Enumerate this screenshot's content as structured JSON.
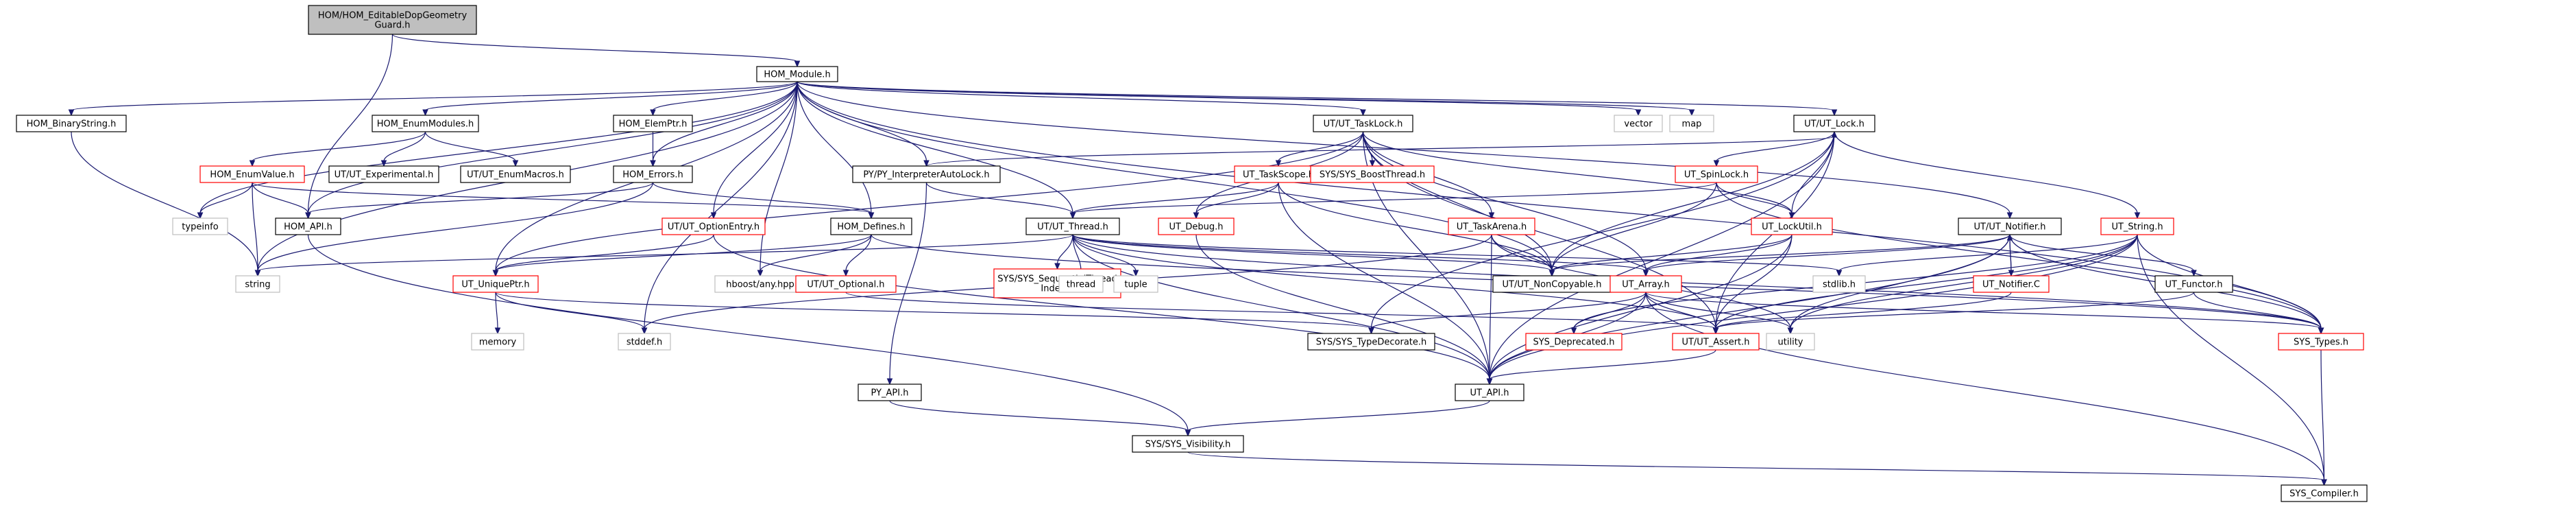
{
  "colors": {
    "edge": "#191970",
    "root_fill": "#bfbfbf",
    "truncated_border": "#ff0000",
    "system_border": "#bfbfbf"
  },
  "nodes": [
    {
      "id": "root",
      "style": "root",
      "lines": [
        "HOM/HOM_EditableDopGeometry",
        "Guard.h"
      ]
    },
    {
      "id": "HOM_Module",
      "style": "normal",
      "lines": [
        "HOM_Module.h"
      ]
    },
    {
      "id": "HOM_API",
      "style": "normal",
      "lines": [
        "HOM_API.h"
      ]
    },
    {
      "id": "HOM_BinaryString",
      "style": "normal",
      "lines": [
        "HOM_BinaryString.h"
      ]
    },
    {
      "id": "HOM_EnumModules",
      "style": "normal",
      "lines": [
        "HOM_EnumModules.h"
      ]
    },
    {
      "id": "HOM_EnumValue",
      "style": "red",
      "lines": [
        "HOM_EnumValue.h"
      ]
    },
    {
      "id": "UT_Experimental",
      "style": "normal",
      "lines": [
        "UT/UT_Experimental.h"
      ]
    },
    {
      "id": "UT_EnumMacros",
      "style": "normal",
      "lines": [
        "UT/UT_EnumMacros.h"
      ]
    },
    {
      "id": "HOM_ElemPtr",
      "style": "normal",
      "lines": [
        "HOM_ElemPtr.h"
      ]
    },
    {
      "id": "HOM_Errors",
      "style": "normal",
      "lines": [
        "HOM_Errors.h"
      ]
    },
    {
      "id": "HOM_Defines",
      "style": "normal",
      "lines": [
        "HOM_Defines.h"
      ]
    },
    {
      "id": "typeinfo",
      "style": "grey",
      "lines": [
        "typeinfo"
      ]
    },
    {
      "id": "string",
      "style": "grey",
      "lines": [
        "string"
      ]
    },
    {
      "id": "UT_OptionEntry",
      "style": "red",
      "lines": [
        "UT/UT_OptionEntry.h"
      ]
    },
    {
      "id": "UT_UniquePtr",
      "style": "red",
      "lines": [
        "UT_UniquePtr.h"
      ]
    },
    {
      "id": "memory",
      "style": "grey",
      "lines": [
        "memory"
      ]
    },
    {
      "id": "stddef",
      "style": "grey",
      "lines": [
        "stddef.h"
      ]
    },
    {
      "id": "hboost_any",
      "style": "grey",
      "lines": [
        "hboost/any.hpp"
      ]
    },
    {
      "id": "UT_Optional",
      "style": "red",
      "lines": [
        "UT/UT_Optional.h"
      ]
    },
    {
      "id": "PY_InterpreterAutoLock",
      "style": "normal",
      "lines": [
        "PY/PY_InterpreterAutoLock.h"
      ]
    },
    {
      "id": "PY_API",
      "style": "normal",
      "lines": [
        "PY_API.h"
      ]
    },
    {
      "id": "SYS_Visibility",
      "style": "normal",
      "lines": [
        "SYS/SYS_Visibility.h"
      ]
    },
    {
      "id": "SYS_Compiler",
      "style": "normal",
      "lines": [
        "SYS_Compiler.h"
      ]
    },
    {
      "id": "UT_Thread",
      "style": "normal",
      "lines": [
        "UT/UT_Thread.h"
      ]
    },
    {
      "id": "SYS_SequentialThreadIndex",
      "style": "red",
      "lines": [
        "SYS/SYS_SequentialThread",
        "Index.h"
      ]
    },
    {
      "id": "thread",
      "style": "grey",
      "lines": [
        "thread"
      ]
    },
    {
      "id": "tuple",
      "style": "grey",
      "lines": [
        "tuple"
      ]
    },
    {
      "id": "UT_TaskLock",
      "style": "normal",
      "lines": [
        "UT/UT_TaskLock.h"
      ]
    },
    {
      "id": "UT_TaskScope",
      "style": "red",
      "lines": [
        "UT_TaskScope.h"
      ]
    },
    {
      "id": "UT_Debug",
      "style": "red",
      "lines": [
        "UT_Debug.h"
      ]
    },
    {
      "id": "SYS_BoostThread",
      "style": "red",
      "lines": [
        "SYS/SYS_BoostThread.h"
      ]
    },
    {
      "id": "UT_TaskArena",
      "style": "red",
      "lines": [
        "UT_TaskArena.h"
      ]
    },
    {
      "id": "UT_NonCopyable",
      "style": "normal",
      "lines": [
        "UT/UT_NonCopyable.h"
      ]
    },
    {
      "id": "UT_Array",
      "style": "red",
      "lines": [
        "UT_Array.h"
      ]
    },
    {
      "id": "SYS_TypeDecorate",
      "style": "normal",
      "lines": [
        "SYS/SYS_TypeDecorate.h"
      ]
    },
    {
      "id": "SYS_Deprecated",
      "style": "red",
      "lines": [
        "SYS_Deprecated.h"
      ]
    },
    {
      "id": "UT_Assert",
      "style": "red",
      "lines": [
        "UT/UT_Assert.h"
      ]
    },
    {
      "id": "utility",
      "style": "grey",
      "lines": [
        "utility"
      ]
    },
    {
      "id": "UT_API",
      "style": "normal",
      "lines": [
        "UT_API.h"
      ]
    },
    {
      "id": "vector",
      "style": "grey",
      "lines": [
        "vector"
      ]
    },
    {
      "id": "map",
      "style": "grey",
      "lines": [
        "map"
      ]
    },
    {
      "id": "UT_Lock",
      "style": "normal",
      "lines": [
        "UT/UT_Lock.h"
      ]
    },
    {
      "id": "UT_SpinLock",
      "style": "red",
      "lines": [
        "UT_SpinLock.h"
      ]
    },
    {
      "id": "UT_LockUtil",
      "style": "red",
      "lines": [
        "UT_LockUtil.h"
      ]
    },
    {
      "id": "UT_Notifier",
      "style": "normal",
      "lines": [
        "UT/UT_Notifier.h"
      ]
    },
    {
      "id": "UT_NotifierC",
      "style": "red",
      "lines": [
        "UT_Notifier.C"
      ]
    },
    {
      "id": "UT_Functor",
      "style": "normal",
      "lines": [
        "UT_Functor.h"
      ]
    },
    {
      "id": "stdlib",
      "style": "grey",
      "lines": [
        "stdlib.h"
      ]
    },
    {
      "id": "UT_String",
      "style": "red",
      "lines": [
        "UT_String.h"
      ]
    },
    {
      "id": "SYS_Types",
      "style": "red",
      "lines": [
        "SYS_Types.h"
      ]
    }
  ],
  "edges": [
    [
      "root",
      "HOM_Module"
    ],
    [
      "root",
      "HOM_API"
    ],
    [
      "HOM_Module",
      "HOM_BinaryString"
    ],
    [
      "HOM_Module",
      "HOM_EnumModules"
    ],
    [
      "HOM_Module",
      "HOM_ElemPtr"
    ],
    [
      "HOM_Module",
      "HOM_Errors"
    ],
    [
      "HOM_Module",
      "HOM_Defines"
    ],
    [
      "HOM_Module",
      "typeinfo"
    ],
    [
      "HOM_Module",
      "string"
    ],
    [
      "HOM_Module",
      "HOM_API"
    ],
    [
      "HOM_Module",
      "UT_OptionEntry"
    ],
    [
      "HOM_Module",
      "UT_UniquePtr"
    ],
    [
      "HOM_Module",
      "hboost_any"
    ],
    [
      "HOM_Module",
      "PY_InterpreterAutoLock"
    ],
    [
      "HOM_Module",
      "UT_Thread"
    ],
    [
      "HOM_Module",
      "UT_TaskLock"
    ],
    [
      "HOM_Module",
      "UT_NonCopyable"
    ],
    [
      "HOM_Module",
      "vector"
    ],
    [
      "HOM_Module",
      "map"
    ],
    [
      "HOM_Module",
      "UT_Lock"
    ],
    [
      "HOM_Module",
      "UT_Notifier"
    ],
    [
      "HOM_Module",
      "SYS_Types"
    ],
    [
      "HOM_Module",
      "stddef"
    ],
    [
      "HOM_BinaryString",
      "string"
    ],
    [
      "HOM_EnumModules",
      "HOM_EnumValue"
    ],
    [
      "HOM_EnumModules",
      "UT_Experimental"
    ],
    [
      "HOM_EnumModules",
      "UT_EnumMacros"
    ],
    [
      "HOM_EnumValue",
      "HOM_API"
    ],
    [
      "HOM_EnumValue",
      "HOM_Defines"
    ],
    [
      "HOM_EnumValue",
      "typeinfo"
    ],
    [
      "HOM_EnumValue",
      "string"
    ],
    [
      "HOM_ElemPtr",
      "HOM_Errors"
    ],
    [
      "HOM_Errors",
      "HOM_API"
    ],
    [
      "HOM_Errors",
      "string"
    ],
    [
      "HOM_Errors",
      "HOM_Defines"
    ],
    [
      "HOM_Defines",
      "UT_Optional"
    ],
    [
      "HOM_Defines",
      "UT_UniquePtr"
    ],
    [
      "HOM_Defines",
      "SYS_Types"
    ],
    [
      "HOM_Defines",
      "hboost_any"
    ],
    [
      "HOM_API",
      "SYS_Visibility"
    ],
    [
      "UT_OptionEntry",
      "UT_UniquePtr"
    ],
    [
      "UT_OptionEntry",
      "UT_API"
    ],
    [
      "UT_UniquePtr",
      "memory"
    ],
    [
      "UT_UniquePtr",
      "stddef"
    ],
    [
      "UT_UniquePtr",
      "SYS_TypeDecorate"
    ],
    [
      "UT_Optional",
      "UT_Assert"
    ],
    [
      "PY_InterpreterAutoLock",
      "UT_Thread"
    ],
    [
      "PY_InterpreterAutoLock",
      "UT_Lock"
    ],
    [
      "PY_InterpreterAutoLock",
      "PY_API"
    ],
    [
      "PY_API",
      "SYS_Visibility"
    ],
    [
      "SYS_Visibility",
      "SYS_Compiler"
    ],
    [
      "UT_Thread",
      "UT_API"
    ],
    [
      "UT_Thread",
      "UT_Array"
    ],
    [
      "UT_Thread",
      "SYS_SequentialThreadIndex"
    ],
    [
      "UT_Thread",
      "thread"
    ],
    [
      "UT_Thread",
      "tuple"
    ],
    [
      "UT_Thread",
      "UT_NonCopyable"
    ],
    [
      "UT_Thread",
      "stdlib"
    ],
    [
      "UT_Thread",
      "SYS_Types"
    ],
    [
      "UT_Thread",
      "UT_Assert"
    ],
    [
      "UT_Thread",
      "string"
    ],
    [
      "UT_TaskLock",
      "UT_TaskScope"
    ],
    [
      "UT_TaskLock",
      "UT_Debug"
    ],
    [
      "UT_TaskLock",
      "SYS_BoostThread"
    ],
    [
      "UT_TaskLock",
      "UT_TaskArena"
    ],
    [
      "UT_TaskLock",
      "UT_NonCopyable"
    ],
    [
      "UT_TaskLock",
      "UT_Array"
    ],
    [
      "UT_TaskLock",
      "UT_Assert"
    ],
    [
      "UT_TaskLock",
      "UT_API"
    ],
    [
      "UT_TaskLock",
      "UT_LockUtil"
    ],
    [
      "UT_TaskLock",
      "UT_UniquePtr"
    ],
    [
      "UT_TaskScope",
      "UT_Thread"
    ],
    [
      "UT_TaskScope",
      "UT_Debug"
    ],
    [
      "UT_TaskScope",
      "UT_NonCopyable"
    ],
    [
      "UT_TaskScope",
      "UT_API"
    ],
    [
      "UT_Debug",
      "UT_API"
    ],
    [
      "UT_TaskArena",
      "UT_NonCopyable"
    ],
    [
      "UT_TaskArena",
      "UT_API"
    ],
    [
      "UT_TaskArena",
      "utility"
    ],
    [
      "UT_TaskArena",
      "stddef"
    ],
    [
      "UT_Array",
      "SYS_TypeDecorate"
    ],
    [
      "UT_Array",
      "SYS_Deprecated"
    ],
    [
      "UT_Array",
      "UT_Assert"
    ],
    [
      "UT_Array",
      "utility"
    ],
    [
      "UT_Array",
      "UT_API"
    ],
    [
      "UT_Array",
      "SYS_Types"
    ],
    [
      "UT_Array",
      "SYS_Compiler"
    ],
    [
      "UT_Assert",
      "UT_API"
    ],
    [
      "UT_API",
      "SYS_Visibility"
    ],
    [
      "UT_Lock",
      "UT_SpinLock"
    ],
    [
      "UT_Lock",
      "UT_LockUtil"
    ],
    [
      "UT_Lock",
      "UT_NonCopyable"
    ],
    [
      "UT_Lock",
      "UT_API"
    ],
    [
      "UT_Lock",
      "UT_Assert"
    ],
    [
      "UT_Lock",
      "SYS_TypeDecorate"
    ],
    [
      "UT_Lock",
      "UT_String"
    ],
    [
      "UT_SpinLock",
      "UT_LockUtil"
    ],
    [
      "UT_SpinLock",
      "UT_NonCopyable"
    ],
    [
      "UT_SpinLock",
      "UT_Thread"
    ],
    [
      "UT_SpinLock",
      "SYS_Types"
    ],
    [
      "UT_LockUtil",
      "UT_NonCopyable"
    ],
    [
      "UT_LockUtil",
      "UT_Array"
    ],
    [
      "UT_LockUtil",
      "UT_Assert"
    ],
    [
      "UT_LockUtil",
      "UT_API"
    ],
    [
      "UT_Notifier",
      "UT_NotifierC"
    ],
    [
      "UT_Notifier",
      "UT_Functor"
    ],
    [
      "UT_Notifier",
      "UT_Array"
    ],
    [
      "UT_Notifier",
      "UT_NonCopyable"
    ],
    [
      "UT_Notifier",
      "UT_API"
    ],
    [
      "UT_Notifier",
      "SYS_Types"
    ],
    [
      "UT_Notifier",
      "utility"
    ],
    [
      "UT_NotifierC",
      "UT_Notifier"
    ],
    [
      "UT_NotifierC",
      "UT_Assert"
    ],
    [
      "UT_Functor",
      "SYS_Types"
    ],
    [
      "UT_Functor",
      "UT_Assert"
    ],
    [
      "UT_String",
      "UT_API"
    ],
    [
      "UT_String",
      "UT_Assert"
    ],
    [
      "UT_String",
      "SYS_Types"
    ],
    [
      "UT_String",
      "SYS_Compiler"
    ],
    [
      "UT_String",
      "stdlib"
    ],
    [
      "UT_String",
      "SYS_Deprecated"
    ],
    [
      "UT_String",
      "utility"
    ],
    [
      "SYS_Types",
      "SYS_Compiler"
    ]
  ]
}
